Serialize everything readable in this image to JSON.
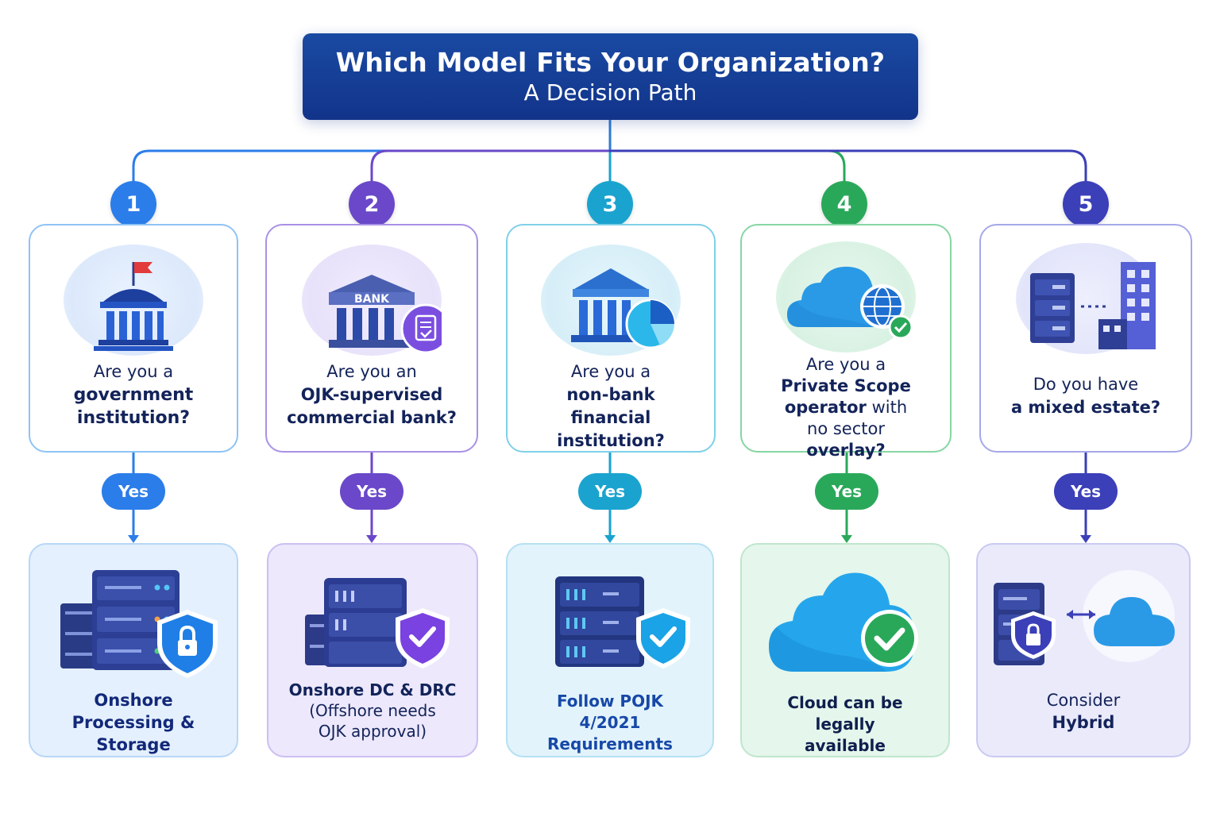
{
  "header": {
    "title": "Which Model Fits Your Organization?",
    "subtitle": "A Decision Path"
  },
  "colors": {
    "blue": "#2b7de9",
    "purple": "#6a48c9",
    "teal": "#1aa3cf",
    "green": "#2aa85a",
    "indigo": "#3b3fb8",
    "navy": "#12348a"
  },
  "steps": [
    {
      "number": "1",
      "question_pre": "Are you a",
      "question_bold": "government institution?",
      "yes": "Yes",
      "result_bold": "Onshore Processing & Storage",
      "icon": "government-building-icon",
      "result_icon": "server-shield-lock-icon"
    },
    {
      "number": "2",
      "question_pre": "Are you an",
      "question_bold": "OJK-supervised commercial bank?",
      "bank_label": "BANK",
      "yes": "Yes",
      "result_bold": "Onshore DC & DRC",
      "result_normal": "(Offshore needs OJK approval)",
      "icon": "bank-document-icon",
      "result_icon": "server-shield-check-icon"
    },
    {
      "number": "3",
      "question_pre": "Are you a",
      "question_bold": "non-bank financial institution?",
      "yes": "Yes",
      "result_bold": "Follow POJK 4/2021 Requirements",
      "icon": "institution-pie-chart-icon",
      "result_icon": "server-shield-check-icon"
    },
    {
      "number": "4",
      "question_pre": "Are you a",
      "question_bold_1": "Private Scope operator",
      "question_mid": "with no sector",
      "question_bold_2": "overlay?",
      "yes": "Yes",
      "result_bold": "Cloud can be legally available",
      "icon": "cloud-globe-icon",
      "result_icon": "cloud-check-icon"
    },
    {
      "number": "5",
      "question_pre": "Do you have",
      "question_bold": "a mixed estate?",
      "yes": "Yes",
      "result_normal": "Consider",
      "result_bold": "Hybrid",
      "icon": "server-building-icon",
      "result_icon": "server-cloud-hybrid-icon"
    }
  ]
}
